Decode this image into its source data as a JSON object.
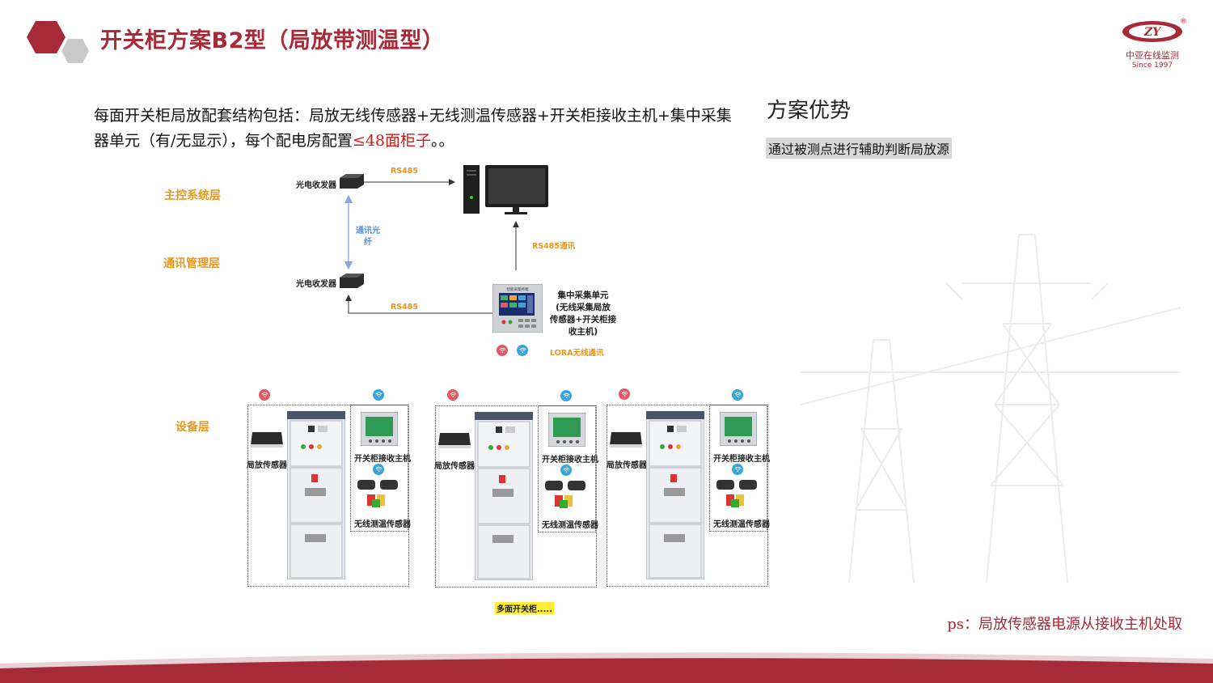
{
  "header": {
    "title": "开关柜方案B2型（局放带测温型）",
    "logo_mark": "ZY",
    "logo_company": "中亚在线监测",
    "logo_since": "Since 1997",
    "logo_reg": "®"
  },
  "description": {
    "text_before": "每面开关柜局放配套结构包括：局放无线传感器+无线测温传感器+开关柜接收主机+集中采集器单元（有/无显示），每个配电房配置",
    "highlight": "≤48面柜子",
    "text_after": "。。"
  },
  "advantage": {
    "title": "方案优势",
    "item": "通过被测点进行辅助判断局放源"
  },
  "diagram": {
    "layers": {
      "master": "主控系统层",
      "comm": "通讯管理层",
      "device": "设备层"
    },
    "optical_transceiver_top": "光电收发器",
    "optical_transceiver_bottom": "光电收发器",
    "rs485_top": "RS485",
    "rs485_bottom": "RS485",
    "rs485_comm": "RS485通讯",
    "fiber_line1": "通讯光",
    "fiber_line2": "纤",
    "collector_title": "集中采集单元",
    "collector_line2": "(无线采集局放",
    "collector_line3": "传感器+开关柜接",
    "collector_line4": "收主机)",
    "lora": "LORA无线通讯",
    "collector_screen_title": "智能采集终端",
    "groups": [
      {
        "pd_sensor": "局放传感器",
        "receiver": "开关柜接收主机",
        "temp_sensor": "无线测温传感器"
      },
      {
        "pd_sensor": "局放传感器",
        "receiver": "开关柜接收主机",
        "temp_sensor": "无线测温传感器"
      },
      {
        "pd_sensor": "局放传感器",
        "receiver": "开关柜接收主机",
        "temp_sensor": "无线测温传感器"
      }
    ],
    "multi_cabinets": "多面开关柜....."
  },
  "footer": {
    "ps": "ps：局放传感器电源从接收主机处取"
  },
  "colors": {
    "brand": "#a62a37",
    "layer_label": "#e8961c",
    "fiber": "#5a8fd6",
    "highlight": "#d01818"
  }
}
